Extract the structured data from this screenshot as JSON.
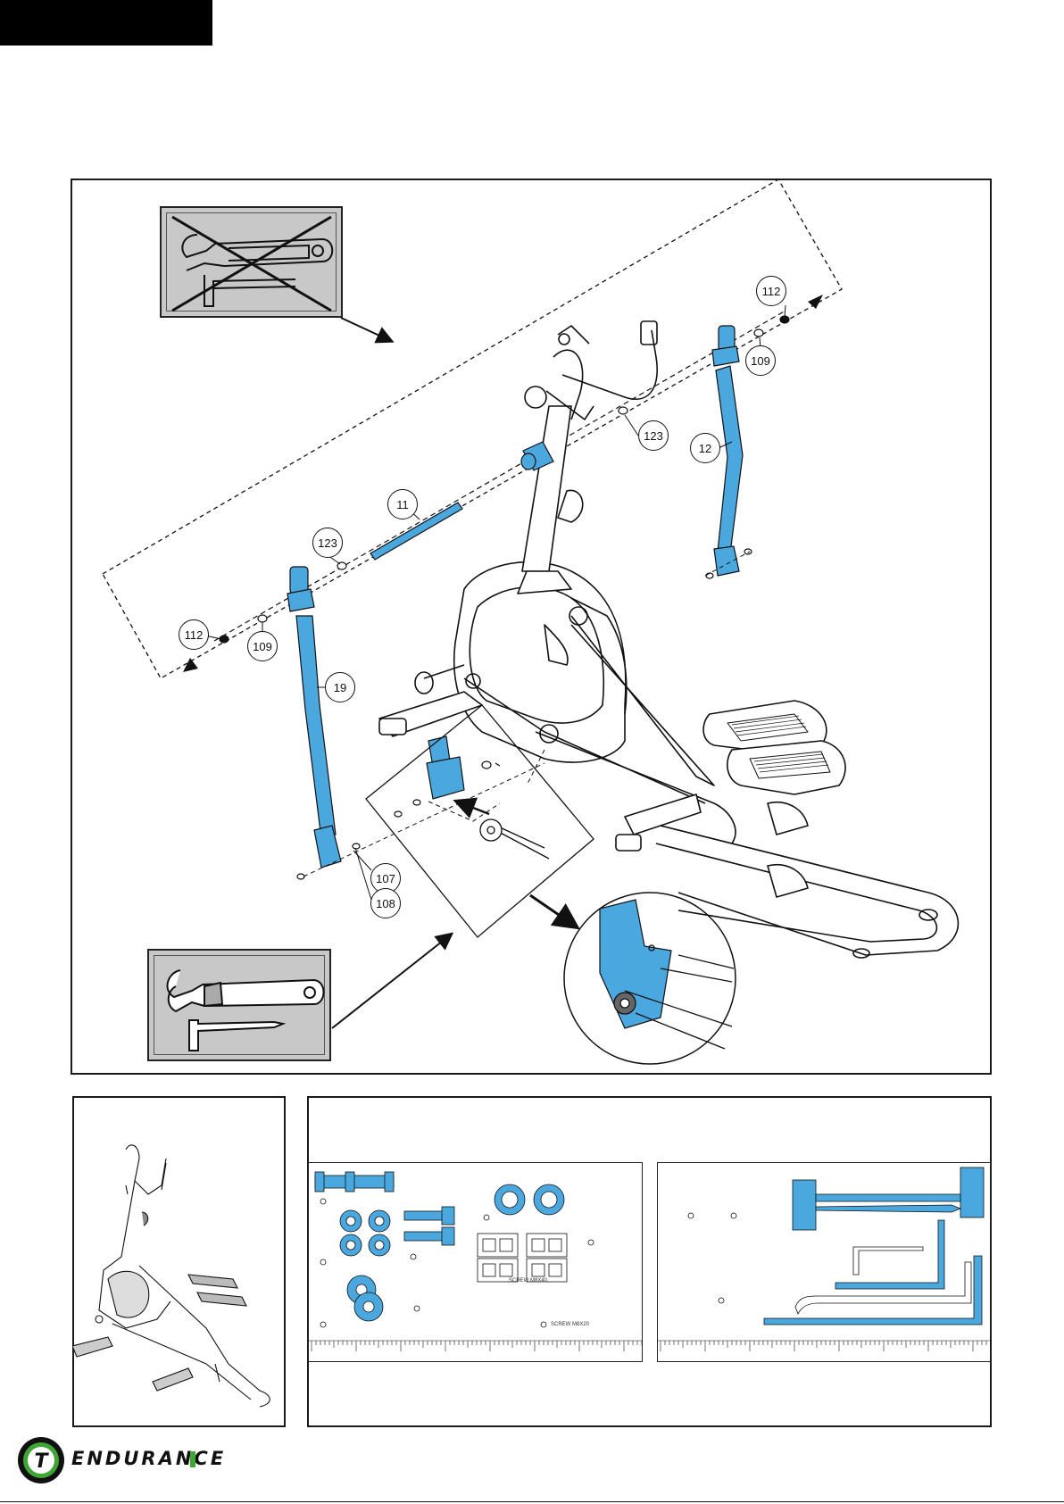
{
  "callouts": {
    "c112_top": "112",
    "c109_top": "109",
    "c123_right": "123",
    "c12": "12",
    "c11": "11",
    "c123_left": "123",
    "c112_left": "112",
    "c109_left": "109",
    "c19": "19",
    "c107": "107",
    "c108": "108"
  },
  "hardware_labels": {
    "bolt_label": "SCREW M8X20",
    "pack_label": "SCREW M8X40"
  },
  "brand": {
    "name": "ENDURANCE",
    "logo_letter": "T"
  },
  "colors": {
    "part_highlight": "#4aa8df",
    "brand_green": "#3fa535",
    "toolbox_gray": "#c8c8c8"
  }
}
